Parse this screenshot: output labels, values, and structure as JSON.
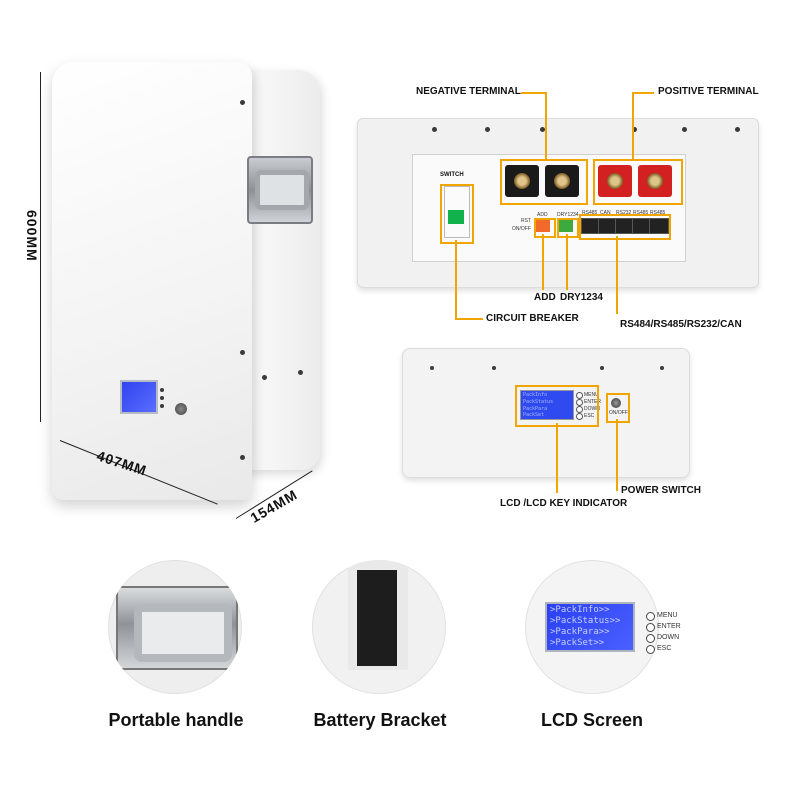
{
  "dimensions": {
    "height": "600MM",
    "width": "407MM",
    "depth": "154MM"
  },
  "terminal_panel": {
    "negative_terminal": "NEGATIVE TERMINAL",
    "positive_terminal": "POSITIVE TERMINAL",
    "switch_label": "SWITCH",
    "add_label": "ADD",
    "dry_label": "DRY1234",
    "circuit_breaker": "CIRCUIT BREAKER",
    "comm_ports": "RS484/RS485/RS232/CAN",
    "mini": {
      "rst": "RST",
      "onoff": "ON/OFF",
      "add": "ADD",
      "dry": "DRY1234",
      "ports": [
        "RS485",
        "CAN",
        "RS232",
        "RS485",
        "RS485"
      ]
    }
  },
  "lcd_panel": {
    "lcd_key_indicator": "LCD /LCD KEY INDICATOR",
    "power_switch": "POWER SWITCH",
    "onoff": "ON/OFF",
    "menu_lines": [
      "PackInfo",
      "PackStatus",
      "PackPara",
      "PackSet"
    ],
    "keys": [
      "MENU",
      "ENTER",
      "DOWN",
      "ESC"
    ]
  },
  "features": [
    {
      "caption": "Portable handle"
    },
    {
      "caption": "Battery Bracket"
    },
    {
      "caption": "LCD Screen"
    }
  ],
  "lcd_screen": {
    "lines": [
      ">PackInfo>>",
      ">PackStatus>>",
      ">PackPara>>",
      ">PackSet>>"
    ],
    "keys": [
      "MENU",
      "ENTER",
      "DOWN",
      "ESC"
    ]
  },
  "colors": {
    "callout": "#f0a500",
    "lcd_blue": "#2f44f0",
    "terminal_red": "#d32121",
    "breaker_green": "#11b24b"
  }
}
